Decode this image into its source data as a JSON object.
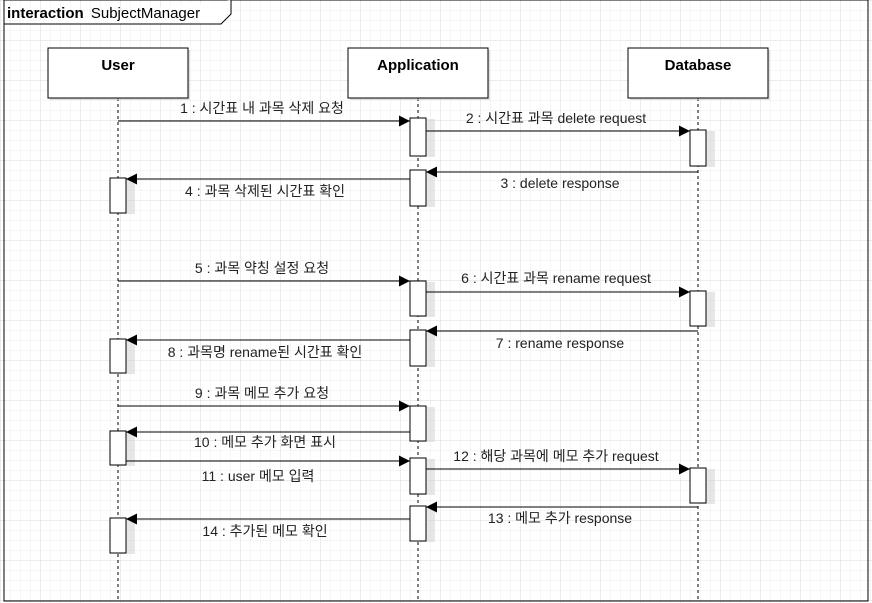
{
  "frame": {
    "keyword": "interaction",
    "name": "SubjectManager"
  },
  "lifelines": [
    {
      "id": "user",
      "title": "User"
    },
    {
      "id": "app",
      "title": "Application"
    },
    {
      "id": "db",
      "title": "Database"
    }
  ],
  "messages": [
    {
      "label": "1 : 시간표 내 과목 삭제 요청",
      "from": "user",
      "to": "app",
      "kind": "call"
    },
    {
      "label": "2 : 시간표 과목 delete request",
      "from": "app",
      "to": "db",
      "kind": "call"
    },
    {
      "label": "3 : delete response",
      "from": "db",
      "to": "app",
      "kind": "return"
    },
    {
      "label": "4 : 과목 삭제된 시간표 확인",
      "from": "app",
      "to": "user",
      "kind": "return"
    },
    {
      "label": "5 : 과목 약칭 설정 요청",
      "from": "user",
      "to": "app",
      "kind": "call"
    },
    {
      "label": "6 : 시간표 과목 rename request",
      "from": "app",
      "to": "db",
      "kind": "call"
    },
    {
      "label": "7 : rename response",
      "from": "db",
      "to": "app",
      "kind": "return"
    },
    {
      "label": "8 : 과목명 rename된 시간표 확인",
      "from": "app",
      "to": "user",
      "kind": "return"
    },
    {
      "label": "9 : 과목 메모 추가 요청",
      "from": "user",
      "to": "app",
      "kind": "call"
    },
    {
      "label": "10 : 메모 추가 화면 표시",
      "from": "app",
      "to": "user",
      "kind": "return"
    },
    {
      "label": "11 : user 메모 입력",
      "from": "user",
      "to": "app",
      "kind": "call"
    },
    {
      "label": "12 : 해당 과목에 메모 추가 request",
      "from": "app",
      "to": "db",
      "kind": "call"
    },
    {
      "label": "13 : 메모 추가 response",
      "from": "db",
      "to": "app",
      "kind": "return"
    },
    {
      "label": "14 : 추가된 메모 확인",
      "from": "app",
      "to": "user",
      "kind": "return"
    }
  ]
}
